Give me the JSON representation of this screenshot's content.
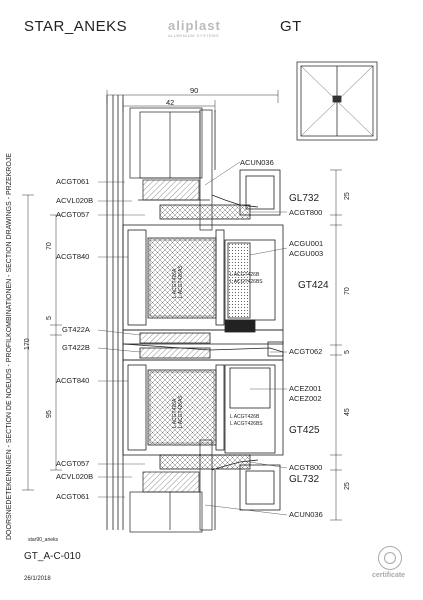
{
  "header": {
    "title": "STAR_ANEKS",
    "logo": "aliplast",
    "logo_sub": "ALUMINIUM SYSTEMS",
    "series": "GT"
  },
  "side_text": "DOORSNEDETEKENINGEN - SECTION DE NOEUDS - PROFILKOMBINATIONEN - SECTION DRAWINGS - PRZEKROJE",
  "dims": {
    "top_width": "90",
    "inner_width": "42",
    "left_total": "170",
    "left_upper": "70",
    "left_mid": "5",
    "left_lower": "95",
    "right_25a": "25",
    "right_70": "70",
    "right_5": "5",
    "right_45": "45",
    "right_25b": "25"
  },
  "left_labels": [
    {
      "id": "acgt061-top",
      "text": "ACGT061"
    },
    {
      "id": "acvl020b-top",
      "text": "ACVL020B"
    },
    {
      "id": "acgt057-top",
      "text": "ACGT057"
    },
    {
      "id": "acgt840-top",
      "text": "ACGT840"
    },
    {
      "id": "gt422a",
      "text": "GT422A"
    },
    {
      "id": "gt422b",
      "text": "GT422B"
    },
    {
      "id": "acgt840-bot",
      "text": "ACGT840"
    },
    {
      "id": "acgt057-bot",
      "text": "ACGT057"
    },
    {
      "id": "acvl020b-bot",
      "text": "ACVL020B"
    },
    {
      "id": "acgt061-bot",
      "text": "ACGT061"
    }
  ],
  "right_labels": {
    "acun036_top": "ACUN036",
    "gl732_top": "GL732",
    "acgt800_top": "ACGT800",
    "acgu001": "ACGU001",
    "acgu003": "ACGU003",
    "gt424": "GT424",
    "acgt062": "ACGT062",
    "acez001": "ACEZ001",
    "acez002": "ACEZ002",
    "gt425": "GT425",
    "acgt800_bot": "ACGT800",
    "gl732_bot": "GL732",
    "acun036_bot": "ACUN036"
  },
  "inner_labels": {
    "acgt426a_top": "L ACGT426A",
    "acgt426as_top": "L ACGT426AS",
    "acgt426b_top": "L ACGT426B",
    "acgt426bs_top": "L ACGT426BS",
    "acgt426a_bot": "L ACGT426A",
    "acgt426as_bot": "L ACGT426AS",
    "acgt426b_bot": "L ACGT426B",
    "acgt426bs_bot": "L ACGT426BS"
  },
  "footer": {
    "file_name": "star90_aneks",
    "drawing_code": "GT_A-C-010",
    "date": "26/1/2018",
    "stamp": "certificate"
  }
}
